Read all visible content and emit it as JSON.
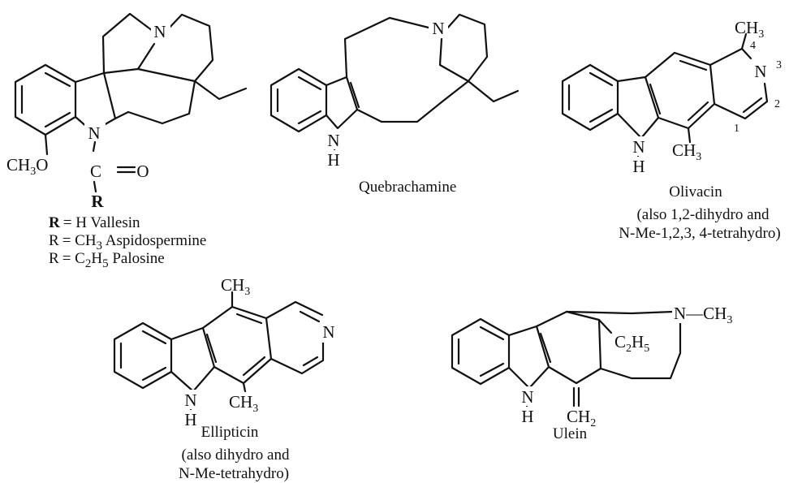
{
  "vallesin": {
    "atoms": {
      "n_top": "N",
      "n_amide": "N",
      "ch3o": "CH",
      "ch3o_sub": "3",
      "ch3o_o": "O",
      "carbonyl_c": "C",
      "carbonyl_o": "O",
      "r": "R"
    },
    "legend": [
      {
        "r": "R",
        "eq": "= H Vallesin"
      },
      {
        "r": "R",
        "eq": "= CH",
        "sub": "3",
        "name": " Aspidospermine"
      },
      {
        "r": "R",
        "eq": "= C",
        "sub": "2",
        "mid": "H",
        "sub2": "5",
        "name": " Palosine"
      }
    ]
  },
  "quebrachamine": {
    "atoms": {
      "n_ring": "N",
      "n_indole": "N",
      "h": "H"
    },
    "caption": "Quebrachamine"
  },
  "olivacin": {
    "atoms": {
      "ch3_top": "CH",
      "ch3_top_sub": "3",
      "n_ring": "N",
      "n_indole": "N",
      "h": "H",
      "ch3_bottom": "CH",
      "ch3_bottom_sub": "3"
    },
    "numbers": {
      "n1": "1",
      "n2": "2",
      "n3": "3",
      "n4": "4"
    },
    "caption": "Olivacin",
    "note_line1": "(also 1,2-dihydro and",
    "note_line2": "N-Me-1,2,3, 4-tetrahydro)"
  },
  "ellipticin": {
    "atoms": {
      "ch3_top": "CH",
      "ch3_top_sub": "3",
      "n_ring": "N",
      "n_indole": "N",
      "h": "H",
      "ch3_bottom": "CH",
      "ch3_bottom_sub": "3"
    },
    "caption": "Ellipticin",
    "note_line1": "(also dihydro and",
    "note_line2": "N-Me-tetrahydro)"
  },
  "ulein": {
    "atoms": {
      "n_methyl": "N—CH",
      "n_methyl_sub": "3",
      "c2h5": "C",
      "c2h5_sub1": "2",
      "c2h5_h": "H",
      "c2h5_sub2": "5",
      "n_indole": "N",
      "h": "H",
      "ch2": "CH",
      "ch2_sub": "2"
    },
    "caption": "Ulein"
  }
}
